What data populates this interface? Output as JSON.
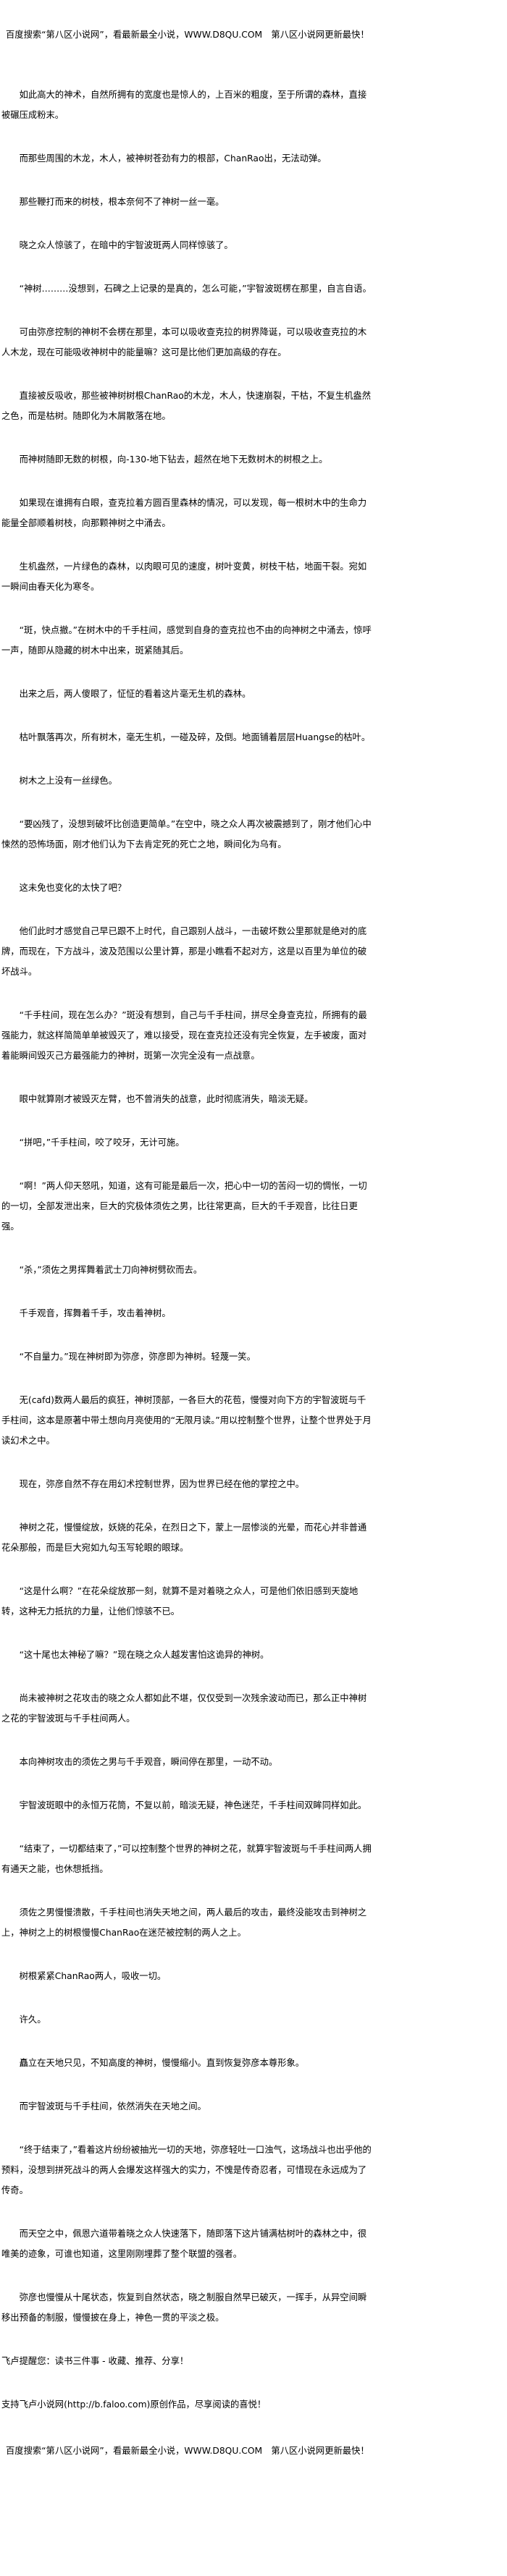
{
  "header": {
    "banner": "百度搜索“第八区小说网”，看最新最全小说，WWW.D8QU.COM　第八区小说网更新最快！"
  },
  "paragraphs": [
    "如此高大的神术，自然所拥有的宽度也是惊人的，上百米的粗度，至于所谓的森林，直接被碾压成粉末。",
    "而那些周围的木龙，木人，被神树苍劲有力的根部，ChanRao出，无法动弹。",
    "那些鞭打而来的树枝，根本奈何不了神树一丝一毫。",
    "晓之众人惊骇了，在暗中的宇智波斑两人同样惊骇了。",
    "“神树………没想到，石碑之上记录的是真的，怎么可能，”宇智波斑楞在那里，自言自语。",
    "可由弥彦控制的神树不会楞在那里，本可以吸收查克拉的树界降诞，可以吸收查克拉的木人木龙，现在可能吸收神树中的能量嘛？这可是比他们更加高级的存在。",
    "直接被反吸收，那些被神树树根ChanRao的木龙，木人，快速崩裂，干枯，不复生机盎然之色，而是枯树。随即化为木屑散落在地。",
    "而神树随即无数的树根，向-130-地下钻去，超然在地下无数树木的树根之上。",
    "如果现在谁拥有白眼，查克拉着方圆百里森林的情况，可以发现，每一根树木中的生命力能量全部顺着树枝，向那颗神树之中涌去。",
    "生机盎然，一片绿色的森林，以肉眼可见的速度，树叶变黄，树枝干枯，地面干裂。宛如一瞬间由春天化为寒冬。",
    "“斑，快点撤。”在树木中的千手柱间，感觉到自身的查克拉也不由的向神树之中涌去，惊呼一声，随即从隐藏的树木中出来，斑紧随其后。",
    "出来之后，两人傻眼了，怔怔的看着这片毫无生机的森林。",
    "枯叶飘落再次，所有树木，毫无生机，一碰及碎，及倒。地面铺着层层Huangse的枯叶。",
    "树木之上没有一丝绿色。",
    "“要凶残了，没想到破坏比创造更简单。”在空中，晓之众人再次被震撼到了，刚才他们心中悚然的恐怖场面，刚才他们认为下去肯定死的死亡之地，瞬间化为乌有。",
    "这未免也变化的太快了吧？",
    "他们此时才感觉自己早已跟不上时代，自己跟别人战斗，一击破坏数公里那就是绝对的底牌，而现在，下方战斗，波及范围以公里计算，那是小瞧看不起对方，这是以百里为单位的破坏战斗。",
    "“千手柱间，现在怎么办？”斑没有想到，自己与千手柱间，拼尽全身查克拉，所拥有的最强能力，就这样简简单单被毁灭了，难以接受，现在查克拉还没有完全恢复，左手被废，面对着能瞬间毁灭己方最强能力的神树，斑第一次完全没有一点战意。",
    "眼中就算刚才被毁灭左臂，也不曾消失的战意，此时彻底消失，暗淡无疑。",
    "“拼吧，”千手柱间，咬了咬牙，无计可施。",
    "“啊！”两人仰天怒吼，知道，这有可能是最后一次，把心中一切的苦闷一切的惆怅，一切的一切，全部发泄出来，巨大的究极体须佐之男，比往常更高，巨大的千手观音，比往日更强。",
    "“杀，”须佐之男挥舞着武士刀向神树劈砍而去。",
    "千手观音，挥舞着千手，攻击着神树。",
    "“不自量力。”现在神树即为弥彦，弥彦即为神树。轻蔑一笑。",
    "无(cafd)数两人最后的疯狂，神树顶部，一各巨大的花苞，慢慢对向下方的宇智波斑与千手柱间，这本是原著中带土想向月亮使用的“无限月读。”用以控制整个世界，让整个世界处于月读幻术之中。",
    "现在，弥彦自然不存在用幻术控制世界，因为世界已经在他的掌控之中。",
    "神树之花，慢慢绽放，妖娆的花朵，在烈日之下，蒙上一层惨淡的光晕，而花心并非普通花朵那般，而是巨大宛如九勾玉写轮眼的眼球。",
    "“这是什么啊？”在花朵绽放那一刻，就算不是对着晓之众人，可是他们依旧感到天旋地转，这种无力抵抗的力量，让他们惊骇不已。",
    "“这十尾也太神秘了嘛？”现在晓之众人越发害怕这诡异的神树。",
    "尚未被神树之花攻击的晓之众人都如此不堪，仅仅受到一次残余波动而已，那么正中神树之花的宇智波斑与千手柱间两人。",
    "本向神树攻击的须佐之男与千手观音，瞬间停在那里，一动不动。",
    "宇智波斑眼中的永恒万花筒，不复以前，暗淡无疑，神色迷茫，千手柱间双眸同样如此。",
    "“结束了，一切都结束了，”可以控制整个世界的神树之花，就算宇智波斑与千手柱间两人拥有通天之能，也休想抵挡。",
    "须佐之男慢慢溃散，千手柱间也消失天地之间，两人最后的攻击，最终没能攻击到神树之上，神树之上的树根慢慢ChanRao在迷茫被控制的两人之上。",
    "树根紧紧ChanRao两人，吸收一切。",
    "许久。",
    "矗立在天地只见，不知高度的神树，慢慢缩小。直到恢复弥彦本尊形象。",
    "而宇智波斑与千手柱间，依然消失在天地之间。",
    "“终于结束了，”看着这片纷纷被抽光一切的天地，弥彦轻吐一口浊气，这场战斗也出乎他的预料，没想到拼死战斗的两人会爆发这样强大的实力，不愧是传奇忍者，可惜现在永远成为了传奇。",
    "而天空之中，佩恩六道带着晓之众人快速落下，随即落下这片铺满枯树叶的森林之中，很唯美的迹象，可谁也知道，这里刚刚埋葬了整个联盟的强者。",
    "弥彦也慢慢从十尾状态，恢复到自然状态，晓之制服自然早已破灭，一挥手，从异空间瞬移出预备的制服，慢慢披在身上，神色一贯的平淡之极。"
  ],
  "footer": {
    "reminder": "飞卢提醒您：读书三件事 - 收藏、推荐、分享！",
    "support": "支持飞卢小说网(http://b.faloo.com)原创作品，尽享阅读的喜悦！",
    "banner": "百度搜索“第八区小说网”，看最新最全小说，WWW.D8QU.COM　第八区小说网更新最快！"
  }
}
